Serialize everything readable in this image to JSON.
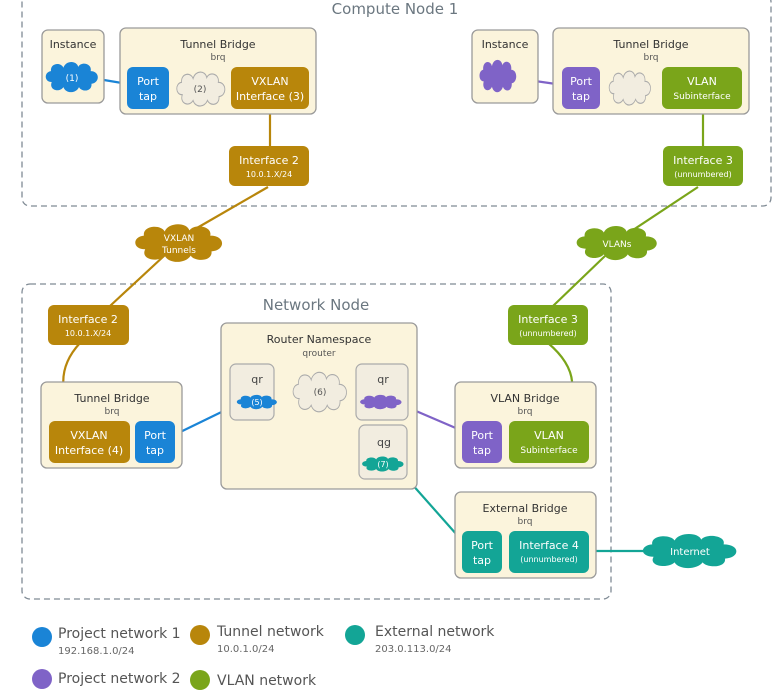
{
  "colors": {
    "project1": "#1a84d6",
    "project2": "#7f63c7",
    "tunnel": "#b8860b",
    "vlan": "#7aa51a",
    "external": "#13a596",
    "box_fill": "#fbf4dc",
    "box_stroke": "#9a9a9a",
    "region_stroke": "#7f8a94"
  },
  "compute_node": {
    "title": "Compute Node 1",
    "left": {
      "instance_label": "Instance",
      "instance_cloud": "(1)",
      "bridge_title": "Tunnel Bridge",
      "bridge_sub": "brq",
      "port_l1": "Port",
      "port_l2": "tap",
      "bridge_cloud": "(2)",
      "vxlan_l1": "VXLAN",
      "vxlan_l2": "Interface (3)",
      "iface_l1": "Interface 2",
      "iface_l2": "10.0.1.X/24"
    },
    "right": {
      "instance_label": "Instance",
      "bridge_title": "Tunnel Bridge",
      "bridge_sub": "brq",
      "port_l1": "Port",
      "port_l2": "tap",
      "vlan_l1": "VLAN",
      "vlan_l2": "Subinterface",
      "iface_l1": "Interface 3",
      "iface_l2": "(unnumbered)"
    }
  },
  "clouds": {
    "vxlan_l1": "VXLAN",
    "vxlan_l2": "Tunnels",
    "vlans": "VLANs",
    "internet": "Internet"
  },
  "network_node": {
    "title": "Network Node",
    "iface2_l1": "Interface 2",
    "iface2_l2": "10.0.1.X/24",
    "iface3_l1": "Interface 3",
    "iface3_l2": "(unnumbered)",
    "tunnel_bridge": {
      "title": "Tunnel Bridge",
      "sub": "brq",
      "vxlan_l1": "VXLAN",
      "vxlan_l2": "Interface (4)",
      "port_l1": "Port",
      "port_l2": "tap"
    },
    "router": {
      "title": "Router Namespace",
      "sub": "qrouter",
      "qr_left": "qr",
      "qr_left_cloud": "(5)",
      "center_cloud": "(6)",
      "qr_right": "qr",
      "qg": "qg",
      "qg_cloud": "(7)"
    },
    "vlan_bridge": {
      "title": "VLAN Bridge",
      "sub": "brq",
      "port_l1": "Port",
      "port_l2": "tap",
      "vlan_l1": "VLAN",
      "vlan_l2": "Subinterface"
    },
    "external_bridge": {
      "title": "External Bridge",
      "sub": "brq",
      "port_l1": "Port",
      "port_l2": "tap",
      "iface_l1": "Interface 4",
      "iface_l2": "(unnumbered)"
    }
  },
  "legend": {
    "p1_name": "Project network 1",
    "p1_sub": "192.168.1.0/24",
    "tunnel_name": "Tunnel network",
    "tunnel_sub": "10.0.1.0/24",
    "ext_name": "External network",
    "ext_sub": "203.0.113.0/24",
    "p2_name": "Project network 2",
    "vlan_name": "VLAN network"
  }
}
